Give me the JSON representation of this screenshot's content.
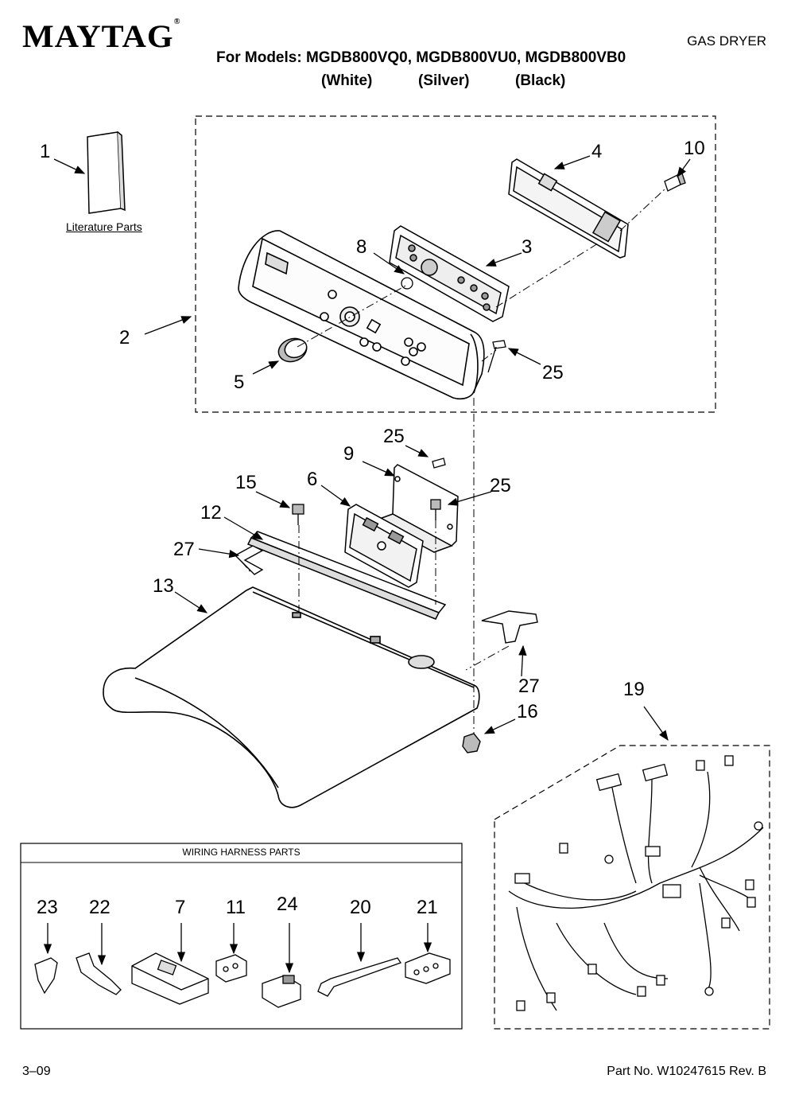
{
  "header": {
    "brand": "MAYTAG",
    "product_type": "GAS DRYER",
    "models_line": "For Models: MGDB800VQ0, MGDB800VU0, MGDB800VB0",
    "colors": [
      "(White)",
      "(Silver)",
      "(Black)"
    ]
  },
  "labels": {
    "literature_parts": "Literature Parts",
    "wiring_harness_parts": "WIRING HARNESS PARTS"
  },
  "callouts": {
    "c1": "1",
    "c2": "2",
    "c3": "3",
    "c4": "4",
    "c5": "5",
    "c6": "6",
    "c7": "7",
    "c8": "8",
    "c9": "9",
    "c10": "10",
    "c11": "11",
    "c12": "12",
    "c13": "13",
    "c15": "15",
    "c16": "16",
    "c19": "19",
    "c20": "20",
    "c21": "21",
    "c22": "22",
    "c23": "23",
    "c24": "24",
    "c25a": "25",
    "c25b": "25",
    "c25c": "25",
    "c27a": "27",
    "c27b": "27"
  },
  "footer": {
    "date": "3–09",
    "part_number": "Part No. W10247615 Rev. B"
  }
}
